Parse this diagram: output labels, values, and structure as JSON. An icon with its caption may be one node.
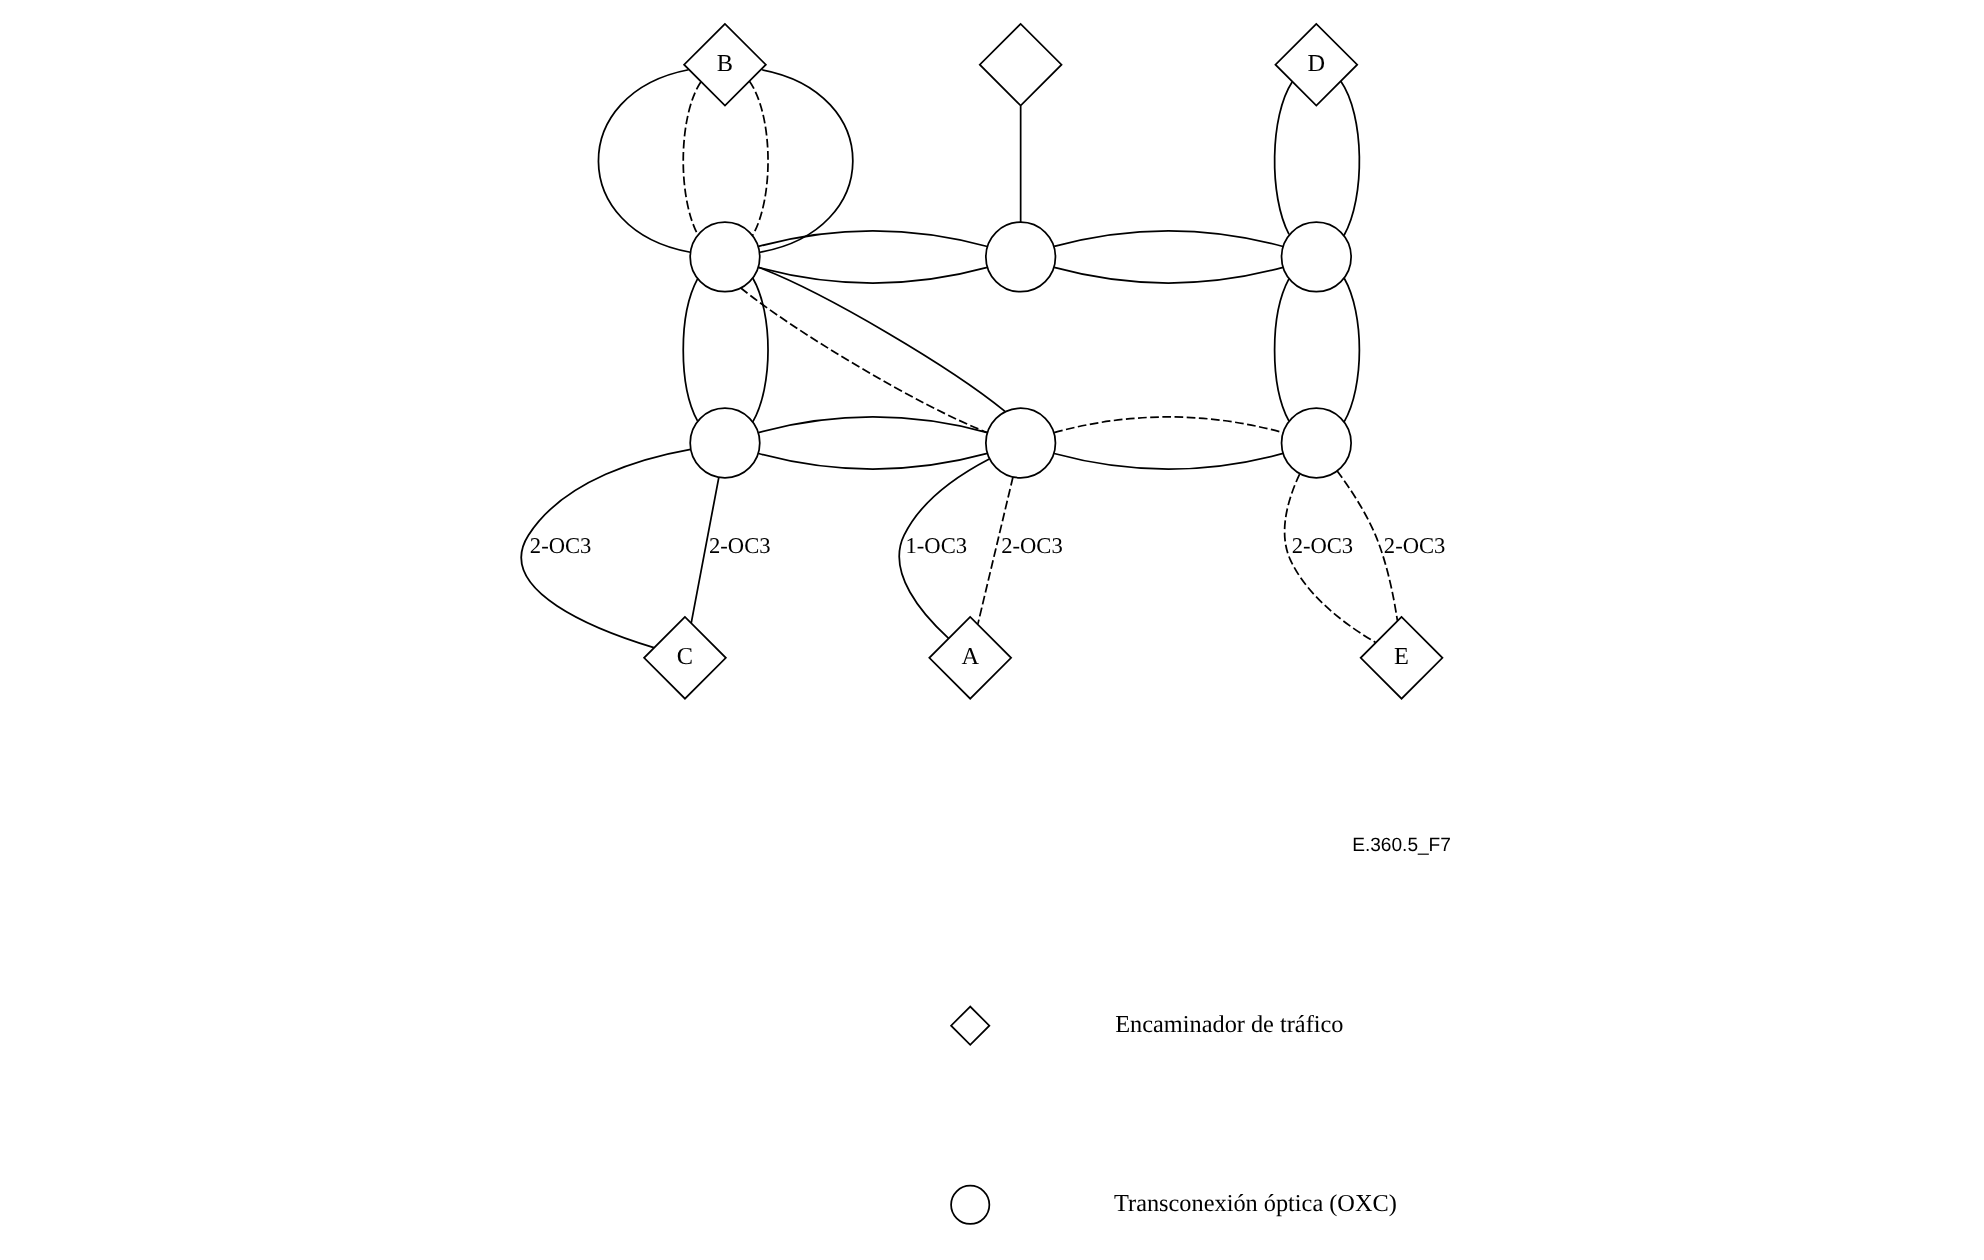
{
  "diagram": {
    "nodes": [
      {
        "text": [
          "B"
        ]
      },
      {
        "text": [],
        "shape": "diamond"
      },
      {
        "text": [
          "D"
        ]
      },
      {
        "text": [],
        "shape": "circle"
      },
      {
        "text": [],
        "shape": "circle"
      },
      {
        "text": [],
        "shape": "circle"
      },
      {
        "text": [],
        "shape": "circle"
      },
      {
        "text": [],
        "shape": "circle"
      },
      {
        "text": [],
        "shape": "circle"
      },
      {
        "text": [
          "C"
        ]
      },
      {
        "text": [
          "A"
        ]
      },
      {
        "text": [
          "E"
        ]
      }
    ],
    "edges": [
      {
        "from": 0,
        "to": 3,
        "arrow": "none"
      },
      {
        "from": 0,
        "to": 3,
        "arrow": "none",
        "style": "dashed"
      },
      {
        "from": 0,
        "to": 3,
        "arrow": "none",
        "style": "dashed"
      },
      {
        "from": 0,
        "to": 3,
        "arrow": "none"
      },
      {
        "from": 1,
        "to": 4,
        "arrow": "none"
      },
      {
        "from": 2,
        "to": 5,
        "arrow": "none"
      },
      {
        "from": 2,
        "to": 5,
        "arrow": "none"
      },
      {
        "from": 3,
        "to": 4,
        "arrow": "none"
      },
      {
        "from": 3,
        "to": 4,
        "arrow": "none"
      },
      {
        "from": 4,
        "to": 5,
        "arrow": "none"
      },
      {
        "from": 4,
        "to": 5,
        "arrow": "none"
      },
      {
        "from": 3,
        "to": 6,
        "arrow": "none"
      },
      {
        "from": 3,
        "to": 6,
        "arrow": "none"
      },
      {
        "from": 3,
        "to": 7,
        "arrow": "none",
        "style": "dashed"
      },
      {
        "from": 3,
        "to": 7,
        "arrow": "none"
      },
      {
        "from": 5,
        "to": 8,
        "arrow": "none"
      },
      {
        "from": 5,
        "to": 8,
        "arrow": "none"
      },
      {
        "from": 6,
        "to": 7,
        "arrow": "none"
      },
      {
        "from": 6,
        "to": 7,
        "arrow": "none"
      },
      {
        "from": 7,
        "to": 8,
        "arrow": "none"
      },
      {
        "from": 7,
        "to": 8,
        "arrow": "none",
        "style": "dashed"
      },
      {
        "from": 6,
        "to": 9,
        "arrow": "none",
        "label": "2-OC3"
      },
      {
        "from": 6,
        "to": 9,
        "arrow": "none",
        "label": "2-OC3"
      },
      {
        "from": 7,
        "to": 10,
        "arrow": "none",
        "label": "1-OC3"
      },
      {
        "from": 7,
        "to": 10,
        "arrow": "none",
        "label": "2-OC3",
        "style": "dashed"
      },
      {
        "from": 8,
        "to": 11,
        "arrow": "none",
        "label": "2-OC3",
        "style": "dashed"
      },
      {
        "from": 8,
        "to": 11,
        "arrow": "none",
        "label": "2-OC3",
        "style": "dashed"
      }
    ],
    "labels": [
      "E.360.5_F7"
    ],
    "legend": [
      {
        "text": "Encaminador de tráfico"
      },
      {
        "text": "Transconexión óptica (OXC)"
      }
    ]
  }
}
